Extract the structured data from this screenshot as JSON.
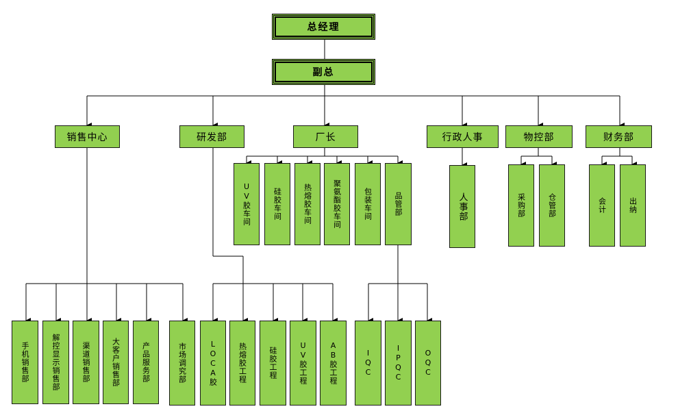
{
  "top": {
    "gm": "总经理",
    "vice": "副总"
  },
  "depts": {
    "sales": "销售中心",
    "rd": "研发部",
    "factory": "厂长",
    "hr": "行政人事",
    "mat": "物控部",
    "fin": "财务部"
  },
  "factory_units": [
    "UV胶车间",
    "硅胶车间",
    "热熔胶车间",
    "聚氨酯胶车间",
    "包装车间",
    "品管部"
  ],
  "hr_units": [
    "人事部"
  ],
  "mat_units": [
    "采购部",
    "仓管部"
  ],
  "fin_units": [
    "会计",
    "出纳"
  ],
  "sales_units": [
    "手机销售部",
    "解控显示销售部",
    "渠道销售部",
    "大客户销售部",
    "产品服务部",
    "市场调究部"
  ],
  "rd_units": [
    "LOCA胶",
    "热熔胶工程",
    "硅胶工程",
    "UV胶工程",
    "AB胶工程"
  ],
  "qc_units": [
    "IQC",
    "IPQC",
    "OQC"
  ]
}
